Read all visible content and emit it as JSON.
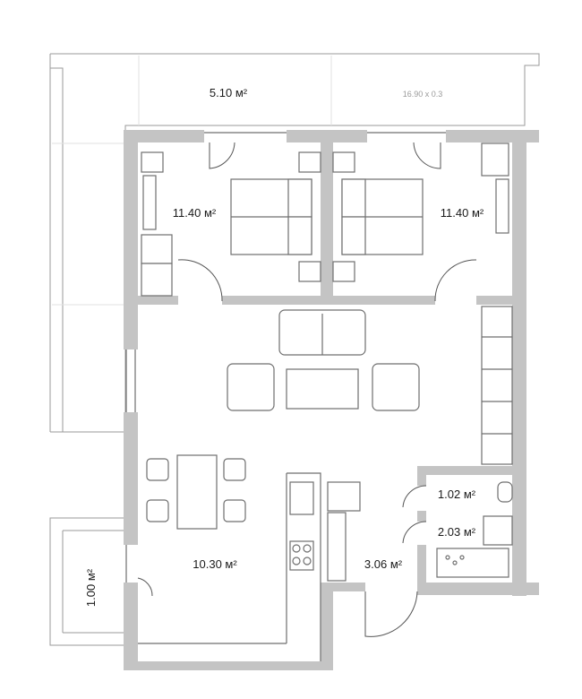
{
  "rooms": {
    "terrace": "5.10 м²",
    "terrace_note": "16.90 x 0.3",
    "bedroom_left": "11.40 м²",
    "bedroom_right": "11.40 м²",
    "bathroom_small": "1.02 м²",
    "bathroom_large": "2.03 м²",
    "kitchen": "10.30 м²",
    "hall": "3.06 м²",
    "balcony": "1.00 м²"
  },
  "colors": {
    "wall": "#c4c4c4",
    "line": "#6f6f6f"
  }
}
